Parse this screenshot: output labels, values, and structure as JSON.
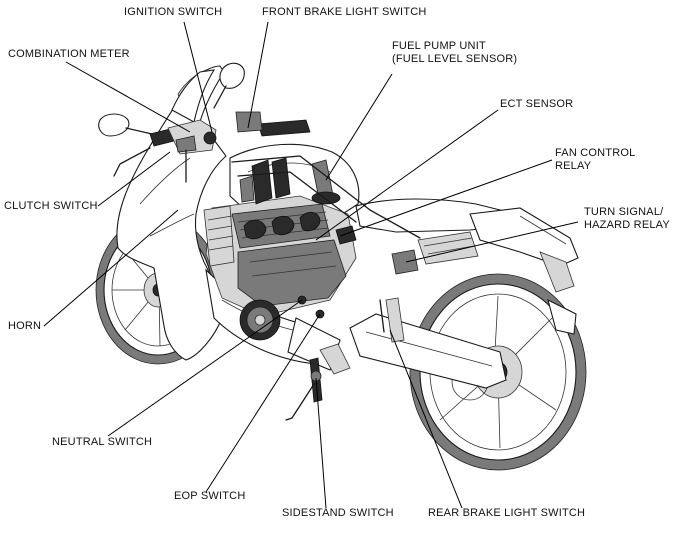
{
  "labels": {
    "ignition_switch": "IGNITION SWITCH",
    "front_brake_light_switch": "FRONT BRAKE LIGHT SWITCH",
    "combination_meter": "COMBINATION METER",
    "fuel_pump_unit": "FUEL PUMP UNIT\n(FUEL LEVEL SENSOR)",
    "ect_sensor": "ECT SENSOR",
    "fan_control_relay": "FAN CONTROL\nRELAY",
    "turn_signal_hazard_relay": "TURN SIGNAL/\nHAZARD RELAY",
    "clutch_switch": "CLUTCH SWITCH",
    "horn": "HORN",
    "neutral_switch": "NEUTRAL SWITCH",
    "eop_switch": "EOP SWITCH",
    "sidestand_switch": "SIDESTAND SWITCH",
    "rear_brake_light_switch": "REAR BRAKE LIGHT SWITCH"
  }
}
